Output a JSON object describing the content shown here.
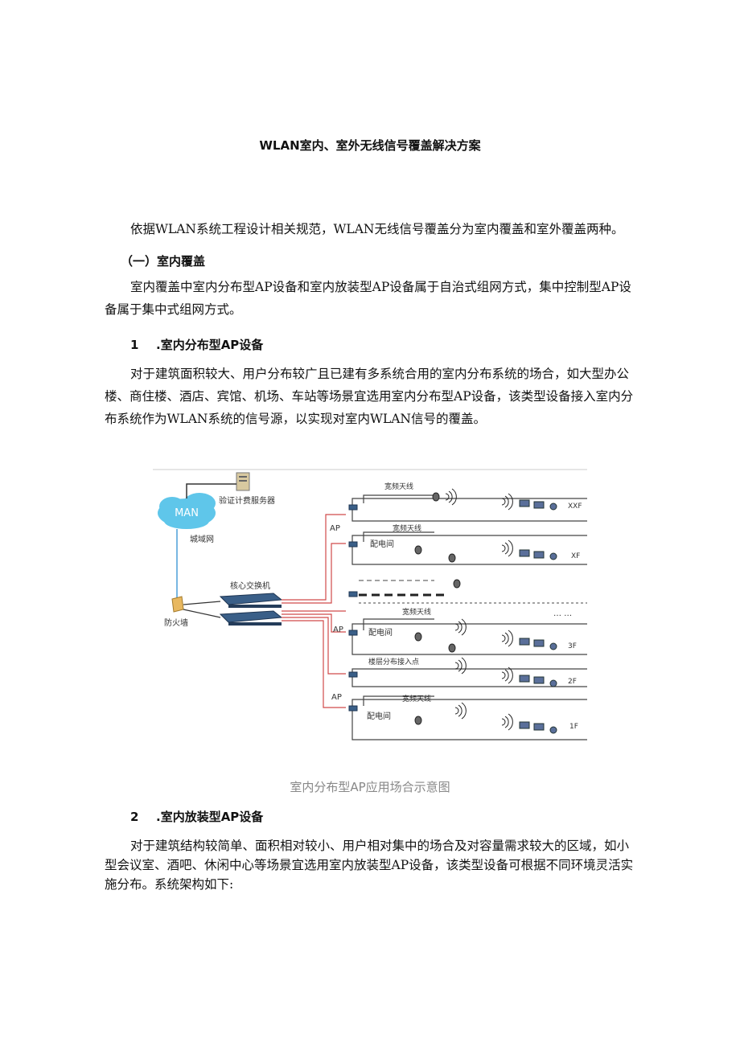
{
  "doc": {
    "title": "WLAN室内、室外无线信号覆盖解决方案",
    "intro": "依据WLAN系统工程设计相关规范，WLAN无线信号覆盖分为室内覆盖和室外覆盖两种。",
    "section1_heading": "（一）室内覆盖",
    "section1_para": "室内覆盖中室内分布型AP设备和室内放装型AP设备属于自治式组网方式，集中控制型AP设备属于集中式组网方式。",
    "item1_num": "1",
    "item1_heading": ".室内分布型AP设备",
    "item1_para": "对于建筑面积较大、用户分布较广且已建有多系统合用的室内分布系统的场合，如大型办公楼、商住楼、酒店、宾馆、机场、车站等场景宜选用室内分布型AP设备，该类型设备接入室内分布系统作为WLAN系统的信号源，以实现对室内WLAN信号的覆盖。",
    "figure_caption": "室内分布型AP应用场合示意图",
    "item2_num": "2",
    "item2_heading": ".室内放装型AP设备",
    "item2_para": "对于建筑结构较简单、面积相对较小、用户相对集中的场合及对容量需求较大的区域，如小型会议室、酒吧、休闲中心等场景宜选用室内放装型AP设备，该类型设备可根据不同环境灵活实施分布。系统架构如下:"
  },
  "diagram": {
    "man_label": "MAN",
    "server_label": "验证计费服务器",
    "metro_label": "城域网",
    "core_switch_label": "核心交换机",
    "firewall_label": "防火墙",
    "ap_label": "AP",
    "broadband_antenna_label": "宽频天线",
    "wiring_room_label": "配电间",
    "floor_access_label": "楼层分布接入点",
    "ellipsis": "… …",
    "floors": [
      "XXF",
      "XF",
      "3F",
      "2F",
      "1F"
    ]
  }
}
